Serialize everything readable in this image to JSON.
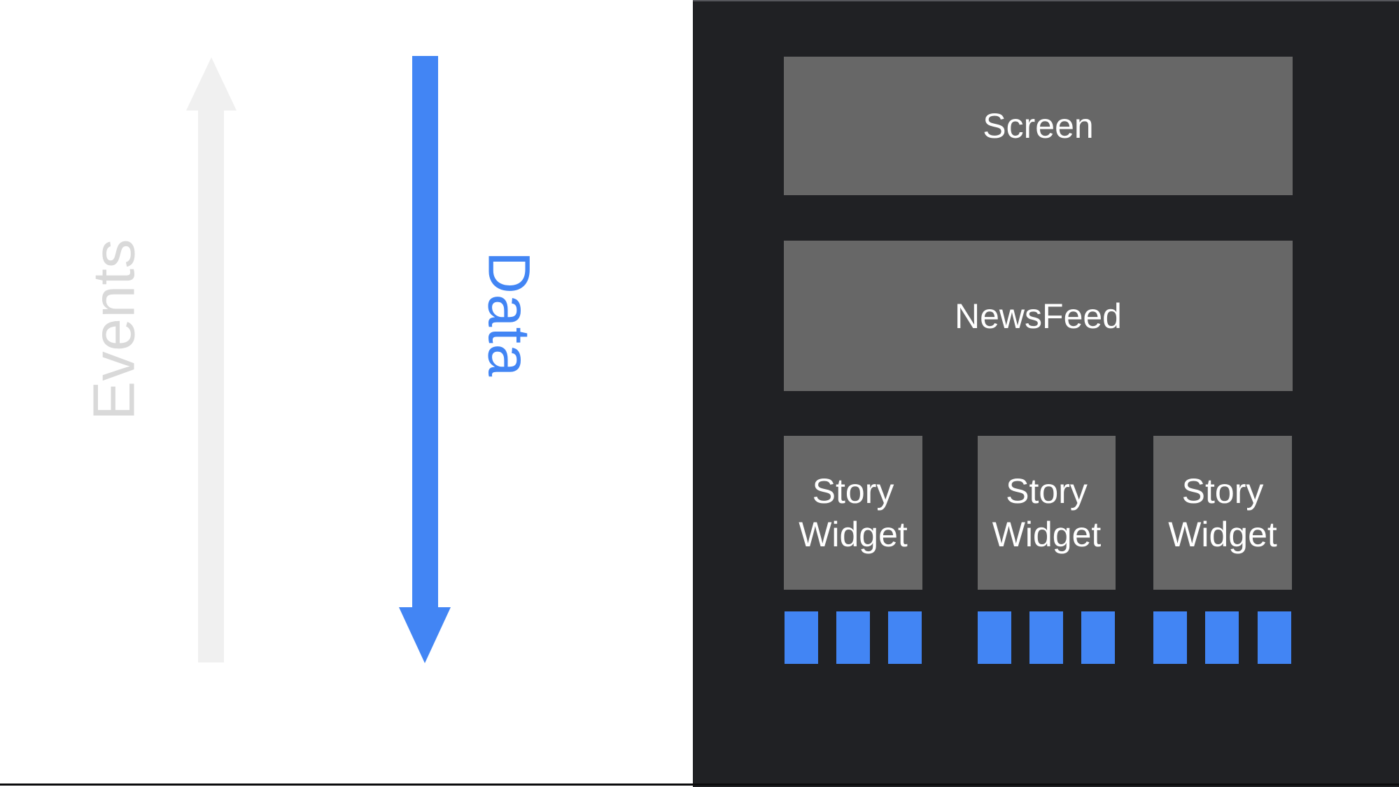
{
  "slide": {
    "flow_labels": {
      "events": "Events",
      "data": "Data"
    },
    "widget_tree": {
      "screen_label": "Screen",
      "newsfeed_label": "NewsFeed",
      "story_widgets": [
        {
          "label": "Story Widget"
        },
        {
          "label": "Story Widget"
        },
        {
          "label": "Story Widget"
        }
      ]
    },
    "icons": {
      "events_arrow": "arrow-up-icon",
      "data_arrow": "arrow-down-icon"
    },
    "colors": {
      "accent_blue": "#4285F4",
      "panel_dark": "#202124",
      "box_gray": "#676767",
      "arrow_light_gray": "#F0F0F0",
      "events_label_gray": "#D9D9D9",
      "background_white": "#FFFFFF",
      "box_text_white": "#FFFFFF"
    }
  }
}
